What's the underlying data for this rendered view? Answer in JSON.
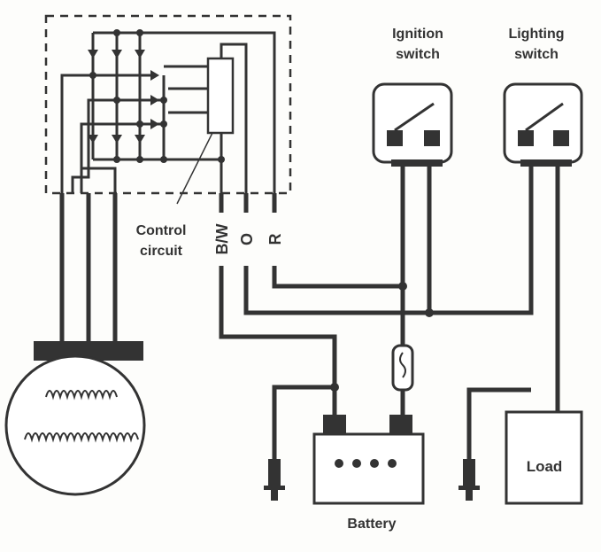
{
  "labels": {
    "ignition_switch": [
      "Ignition",
      "switch"
    ],
    "lighting_switch": [
      "Lighting",
      "switch"
    ],
    "control_circuit": [
      "Control",
      "circuit"
    ],
    "wire_bw": "B/W",
    "wire_o": "O",
    "wire_r": "R",
    "battery": "Battery",
    "load": "Load"
  },
  "colors": {
    "ink": "#333333",
    "background": "#fdfdfb"
  }
}
